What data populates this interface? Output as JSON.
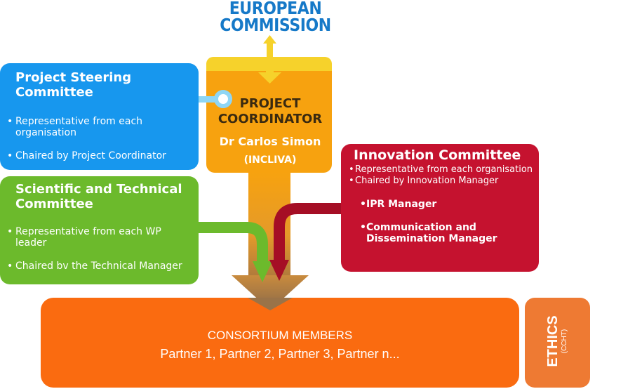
{
  "logo": {
    "line1": "EUROPEAN",
    "line2": "COMMISSION"
  },
  "coordinator": {
    "title_line1": "PROJECT",
    "title_line2": "COORDINATOR",
    "name": "Dr Carlos Simon",
    "org": "(INCLIVA)"
  },
  "steering": {
    "title_line1": "Project Steering",
    "title_line2": "Committee",
    "bullet1_line1": "Representative from each",
    "bullet1_line2": "organisation",
    "bullet2": "Chaired by Project Coordinator"
  },
  "scientific": {
    "title_line1": "Scientific and Technical",
    "title_line2": "Committee",
    "bullet1_line1": "Representative from each WP",
    "bullet1_line2": "leader",
    "bullet2": "Chaired bv the Technical Manager"
  },
  "innovation": {
    "title": "Innovation Committee",
    "bullet1": "Representative from each organisation",
    "bullet2": "Chaired by Innovation Manager",
    "bullet3": "IPR Manager",
    "bullet4_line1": "Communication and",
    "bullet4_line2": "Dissemination Manager"
  },
  "consortium": {
    "title": "CONSORTIUM MEMBERS",
    "partners": "Partner 1, Partner 2, Partner 3, Partner n..."
  },
  "ethics": {
    "title": "ETHICS",
    "subtitle": "(CCHT)"
  },
  "colors": {
    "steering": "#1797ee",
    "scientific": "#6cba2c",
    "innovation": "#c5122f",
    "coordinator": "#f7a20f",
    "consortium": "#fa6b10",
    "ethics": "#ee7a33",
    "logo": "#1679c8"
  }
}
